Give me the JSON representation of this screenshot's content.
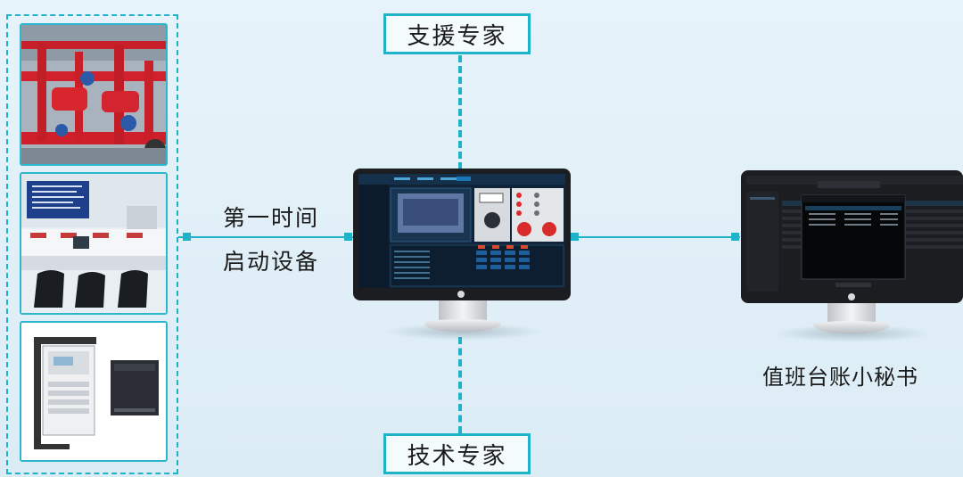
{
  "labels": {
    "first_time_line1": "第一时间",
    "first_time_line2": "启动设备",
    "duty_assistant": "值班台账小秘书"
  },
  "expert_boxes": {
    "top": "支援专家",
    "bottom": "技术专家"
  },
  "colors": {
    "accent": "#1fb3c9",
    "background": "#e6f3fa",
    "text": "#1a1a1a"
  },
  "left_panel": {
    "photos": [
      "fire-pump-room-photo",
      "fire-control-room-photo",
      "fire-alarm-cabinet-photo"
    ]
  }
}
